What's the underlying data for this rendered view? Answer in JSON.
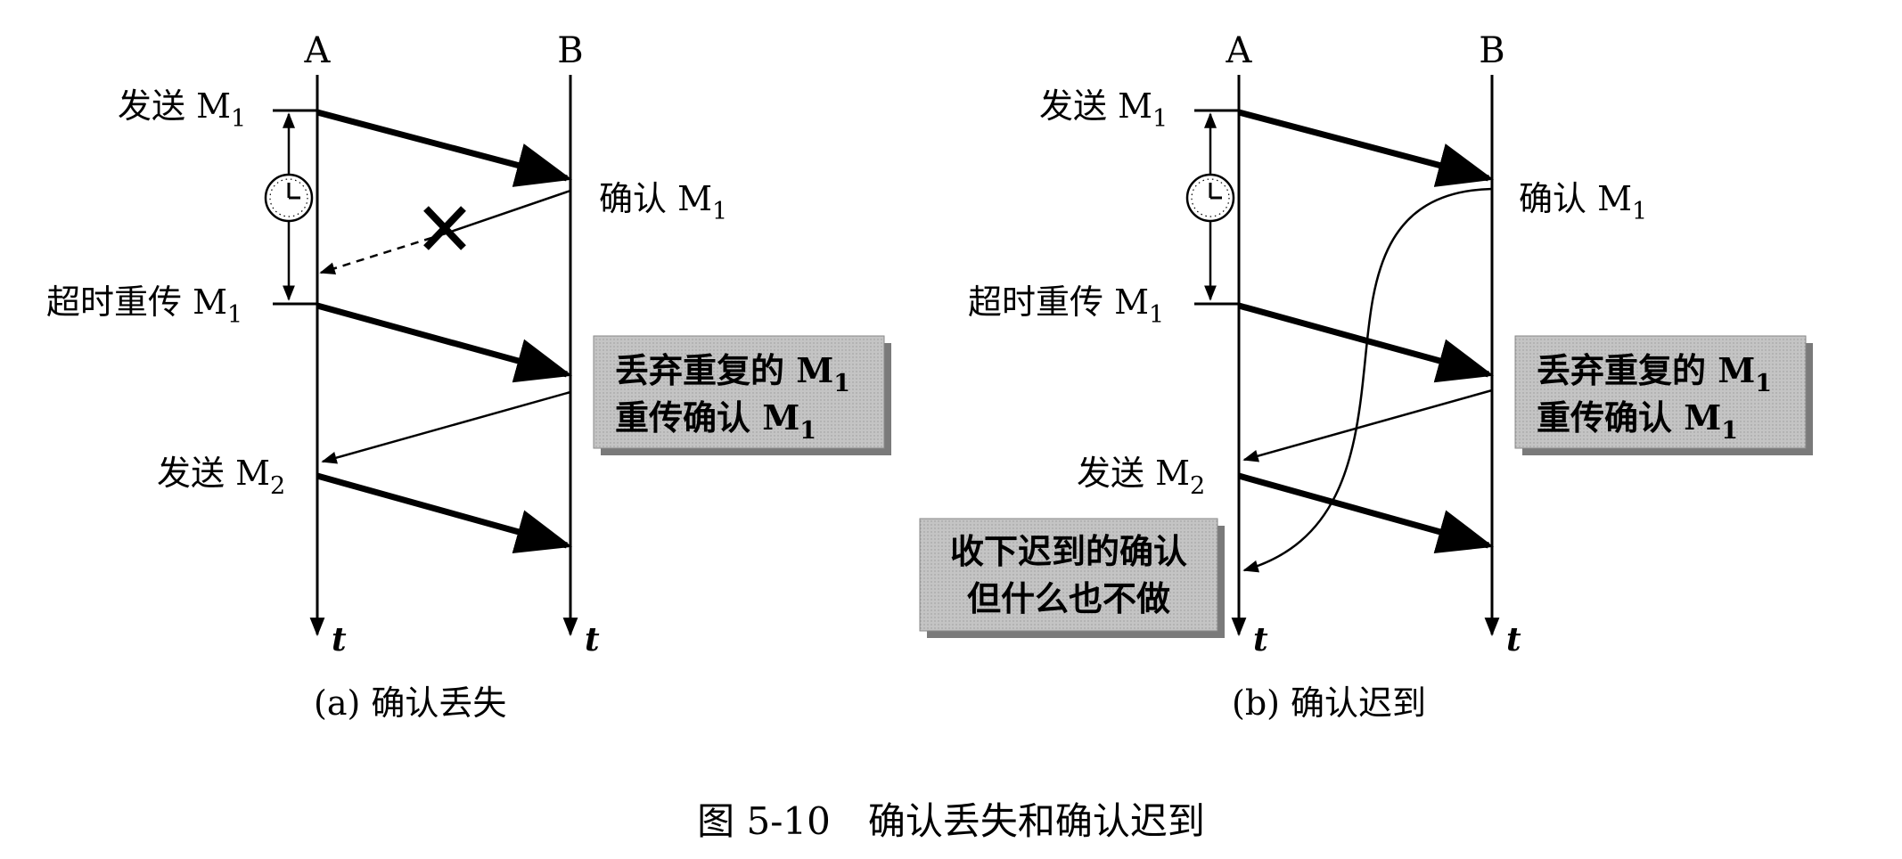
{
  "figure_caption": "图 5-10　确认丢失和确认迟到",
  "sub_a": {
    "caption": "(a) 确认丢失",
    "node_a": "A",
    "node_b": "B",
    "time_label": "t",
    "send_m1": "发送 M",
    "ack_m1": "确认 M",
    "timeout_retransmit": "超时重传 M",
    "send_m2": "发送 M",
    "box_line1": "丢弃重复的 M",
    "box_line2": "重传确认 M",
    "sub_1": "1",
    "sub_2": "2"
  },
  "sub_b": {
    "caption": "(b) 确认迟到",
    "node_a": "A",
    "node_b": "B",
    "time_label": "t",
    "send_m1": "发送 M",
    "ack_m1": "确认 M",
    "timeout_retransmit": "超时重传 M",
    "send_m2": "发送 M",
    "box_line1": "丢弃重复的 M",
    "box_line2": "重传确认 M",
    "late_box_line1": "收下迟到的确认",
    "late_box_line2": "但什么也不做",
    "sub_1": "1",
    "sub_2": "2"
  },
  "icons": {
    "timer": "clock-icon",
    "lost": "x-mark-icon"
  },
  "colors": {
    "box_fill": "#bdbdbd",
    "box_shadow": "#7a7a7a",
    "line": "#000000"
  }
}
